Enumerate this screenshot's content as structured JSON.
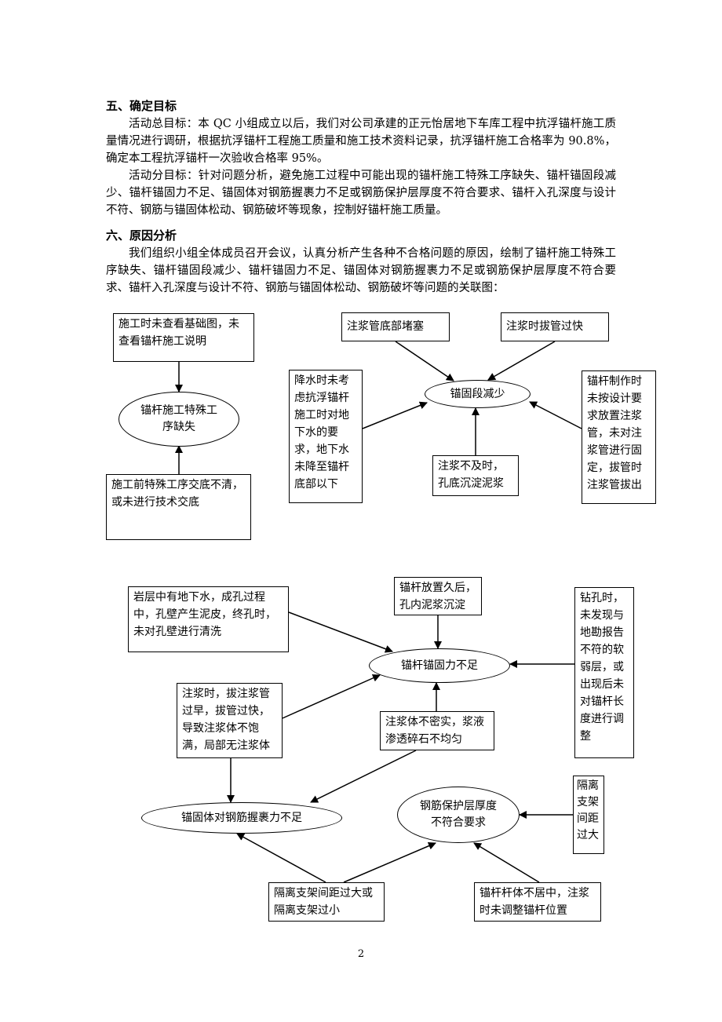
{
  "section5": {
    "heading": "五、确定目标",
    "p1": "活动总目标：本 QC 小组成立以后，我们对公司承建的正元怡居地下车库工程中抗浮锚杆施工质量情况进行调研，根据抗浮锚杆工程施工质量和施工技术资料记录，抗浮锚杆施工合格率为 90.8%，确定本工程抗浮锚杆一次验收合格率 95%。",
    "p2": "活动分目标：针对问题分析，避免施工过程中可能出现的锚杆施工特殊工序缺失、锚杆锚固段减少、锚杆锚固力不足、锚固体对钢筋握裹力不足或钢筋保护层厚度不符合要求、锚杆入孔深度与设计不符、钢筋与锚固体松动、钢筋破坏等现象，控制好锚杆施工质量。"
  },
  "section6": {
    "heading": "六、原因分析",
    "p1": "我们组织小组全体成员召开会议，认真分析产生各种不合格问题的原因，绘制了锚杆施工特殊工序缺失、锚杆锚固段减少、锚杆锚固力不足、锚固体对钢筋握裹力不足或钢筋保护层厚度不符合要求、锚杆入孔深度与设计不符、钢筋与锚固体松动、钢筋破坏等问题的关联图："
  },
  "diagram1": {
    "n_top": "施工时未查看基础图，未查看锚杆施工说明",
    "e_special": "锚杆施工特殊工序缺失",
    "n_bottom": "施工前特殊工序交底不清，或未进行技术交底"
  },
  "diagram2": {
    "n_block": "注浆管底部堵塞",
    "n_fast": "注浆时拔管过快",
    "n_water": "降水时未考虑抗浮锚杆施工时对地下水的要求，地下水未降至锚杆底部以下",
    "e_anchor_seg": "锚固段减少",
    "n_make": "锚杆制作时未按设计要求放置注浆管，未对注浆管进行固定，拔管时注浆管拔出",
    "n_late": "注浆不及时，孔底沉淀泥浆"
  },
  "diagram3": {
    "n_rock": "岩层中有地下水，成孔过程中，孔壁产生泥皮，终孔时，未对孔壁进行清洗",
    "n_long": "锚杆放置久后，孔内泥浆沉淀",
    "n_drill": "钻孔时，未发现与地勘报告不符的软弱层，或出现后未对锚杆长度进行调整",
    "e_force": "锚杆锚固力不足",
    "n_early": "注浆时，拔注浆管过早，拔管过快，导致注浆体不饱满，局部无注浆体",
    "n_dense": "注浆体不密实，浆液渗透碎石不均匀",
    "e_grip": "锚固体对钢筋握裹力不足",
    "e_cover": "钢筋保护层厚度不符合要求",
    "n_gap_big": "隔离支架间距过大",
    "n_gap": "隔离支架间距过大或隔离支架过小",
    "n_center": "锚杆杆体不居中，注浆时未调整锚杆位置"
  },
  "page_number": "2"
}
